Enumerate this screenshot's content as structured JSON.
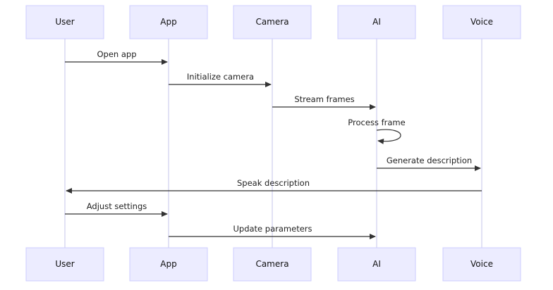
{
  "participants": [
    {
      "id": "user",
      "label": "User"
    },
    {
      "id": "app",
      "label": "App"
    },
    {
      "id": "camera",
      "label": "Camera"
    },
    {
      "id": "ai",
      "label": "AI"
    },
    {
      "id": "voice",
      "label": "Voice"
    }
  ],
  "messages": [
    {
      "from": "user",
      "to": "app",
      "text": "Open app"
    },
    {
      "from": "app",
      "to": "camera",
      "text": "Initialize camera"
    },
    {
      "from": "camera",
      "to": "ai",
      "text": "Stream frames"
    },
    {
      "from": "ai",
      "to": "ai",
      "text": "Process frame"
    },
    {
      "from": "ai",
      "to": "voice",
      "text": "Generate description"
    },
    {
      "from": "voice",
      "to": "user",
      "text": "Speak description"
    },
    {
      "from": "user",
      "to": "app",
      "text": "Adjust settings"
    },
    {
      "from": "app",
      "to": "ai",
      "text": "Update parameters"
    }
  ],
  "colors": {
    "actor_fill": "#ECECFF",
    "actor_stroke": "#CCCCFF",
    "lifeline": "#D8D8F2",
    "arrow": "#333333"
  }
}
